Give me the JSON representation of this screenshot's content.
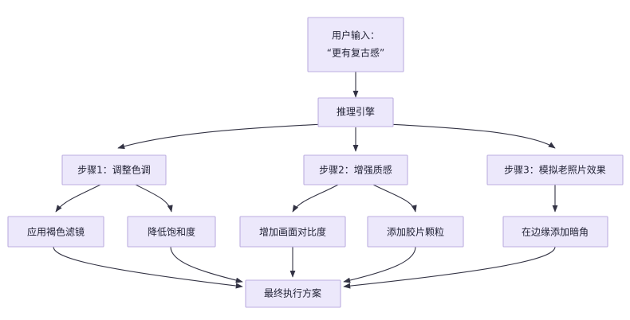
{
  "diagram": {
    "type": "flowchart",
    "title": "",
    "background_color": "#ffffff",
    "node_fill_color": "#ece8fb",
    "node_border_color": "#bcaee0",
    "node_text_color": "#1f2033",
    "edge_color": "#333344",
    "nodes": {
      "user_input": {
        "line1": "用户输入：",
        "line2": "“更有复古感”"
      },
      "engine": {
        "label": "推理引擎"
      },
      "step1": {
        "label": "步骤1：调整色调"
      },
      "step2": {
        "label": "步骤2：增强质感"
      },
      "step3": {
        "label": "步骤3：模拟老照片效果"
      },
      "leaf1": {
        "label": "应用褐色滤镜"
      },
      "leaf2": {
        "label": "降低饱和度"
      },
      "leaf3": {
        "label": "增加画面对比度"
      },
      "leaf4": {
        "label": "添加胶片颗粒"
      },
      "leaf5": {
        "label": "在边缘添加暗角"
      },
      "final": {
        "label": "最终执行方案"
      }
    },
    "edges": [
      {
        "from": "user_input",
        "to": "engine"
      },
      {
        "from": "engine",
        "to": "step1"
      },
      {
        "from": "engine",
        "to": "step2"
      },
      {
        "from": "engine",
        "to": "step3"
      },
      {
        "from": "step1",
        "to": "leaf1"
      },
      {
        "from": "step1",
        "to": "leaf2"
      },
      {
        "from": "step2",
        "to": "leaf3"
      },
      {
        "from": "step2",
        "to": "leaf4"
      },
      {
        "from": "step3",
        "to": "leaf5"
      },
      {
        "from": "leaf1",
        "to": "final"
      },
      {
        "from": "leaf2",
        "to": "final"
      },
      {
        "from": "leaf3",
        "to": "final"
      },
      {
        "from": "leaf4",
        "to": "final"
      },
      {
        "from": "leaf5",
        "to": "final"
      }
    ]
  }
}
